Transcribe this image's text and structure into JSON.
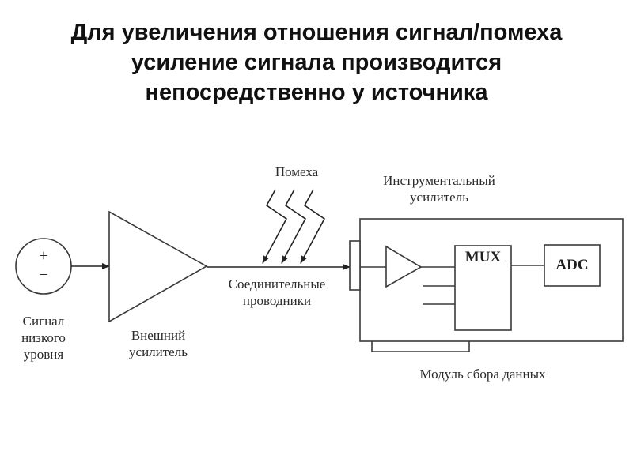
{
  "title": {
    "lines": [
      "Для увеличения отношения сигнал/помеха",
      "усиление сигнала производится",
      "непосредственно у источника"
    ]
  },
  "diagram": {
    "source": {
      "plus": "+",
      "minus": "−",
      "label_lines": [
        "Сигнал",
        "низкого",
        "уровня"
      ]
    },
    "external_amplifier": {
      "label_lines": [
        "Внешний",
        "усилитель"
      ]
    },
    "wires": {
      "label_lines": [
        "Соединительные",
        "проводники"
      ]
    },
    "noise": {
      "label": "Помеха",
      "arrow_count": 3
    },
    "instrument_amplifier": {
      "label_lines": [
        "Инструментальный",
        "усилитель"
      ]
    },
    "mux": {
      "label": "MUX"
    },
    "adc": {
      "label": "ADC"
    },
    "daq_module": {
      "label": "Модуль сбора данных"
    }
  },
  "colors": {
    "line": "#3a3a3a",
    "text": "#2a2a2a",
    "title": "#111111"
  }
}
